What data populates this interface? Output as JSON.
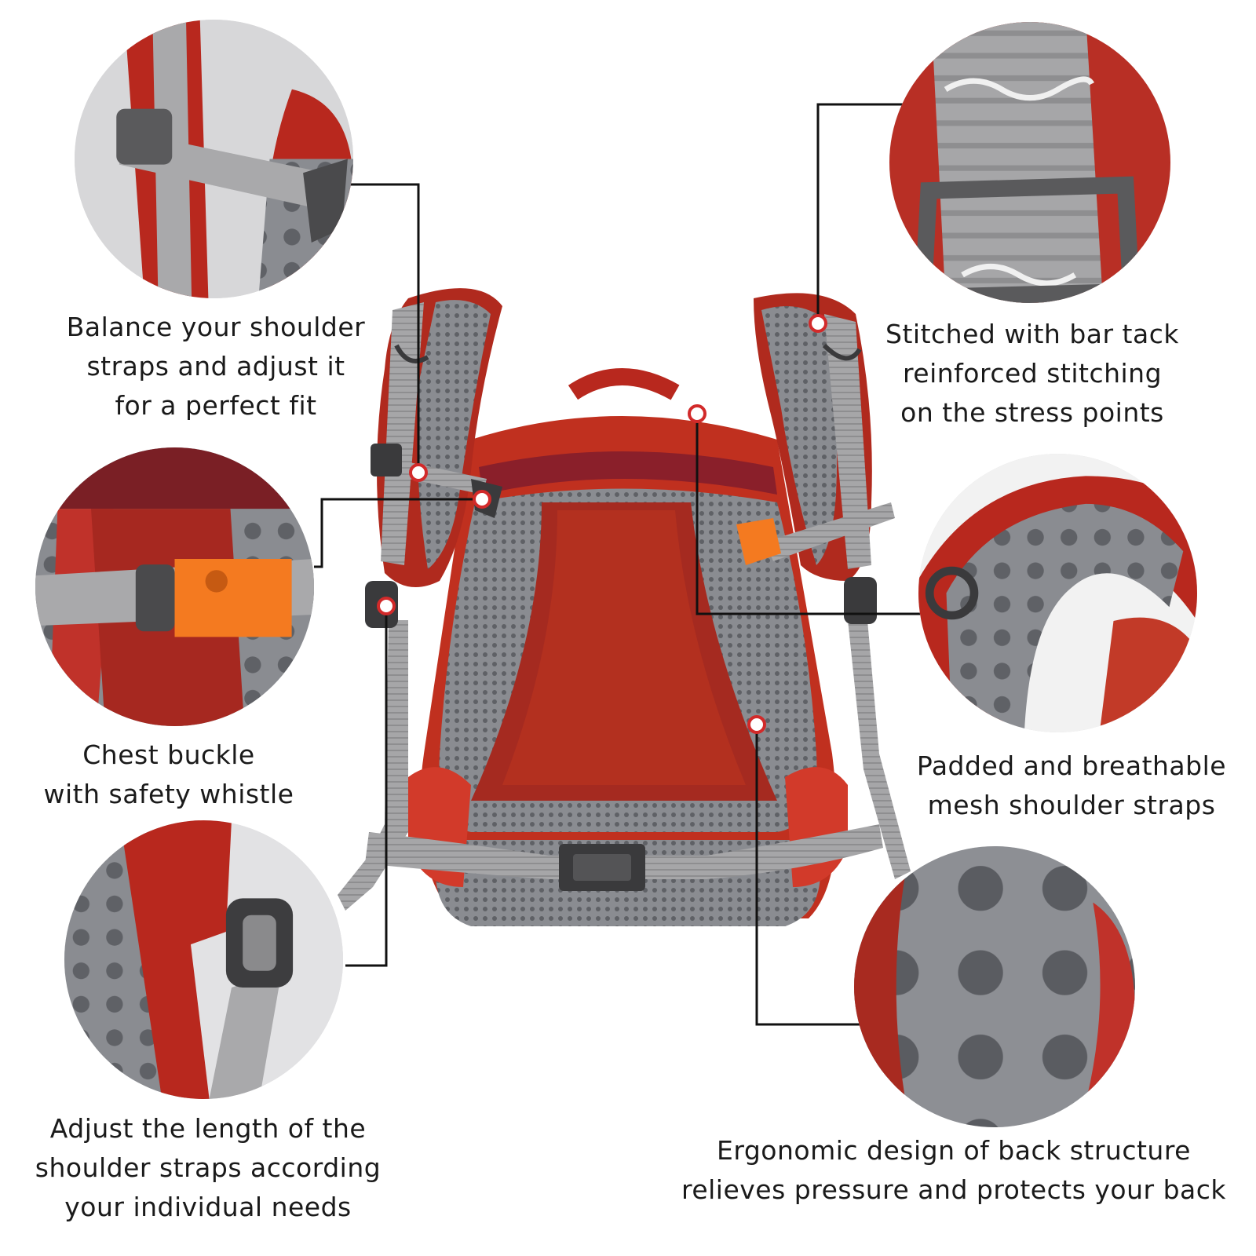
{
  "features": {
    "balance": {
      "lines": [
        "Balance your shoulder",
        "straps and adjust it",
        "for a perfect fit"
      ],
      "icon": "sternum-slider-detail"
    },
    "chest": {
      "lines": [
        "Chest buckle",
        "with safety whistle"
      ],
      "icon": "whistle-buckle-detail"
    },
    "length": {
      "lines": [
        "Adjust the length of the",
        "shoulder straps according",
        "your individual needs"
      ],
      "icon": "strap-ladder-lock-detail"
    },
    "stitch": {
      "lines": [
        "Stitched with bar tack",
        "reinforced stitching",
        "on the stress points"
      ],
      "icon": "bar-tack-detail"
    },
    "padded": {
      "lines": [
        "Padded and breathable",
        "mesh shoulder straps"
      ],
      "icon": "padded-strap-detail"
    },
    "ergo": {
      "lines": [
        "Ergonomic design of back structure",
        "relieves pressure and protects your back"
      ],
      "icon": "mesh-back-panel-detail"
    }
  },
  "colors": {
    "pack_red": "#b8281e",
    "pack_dark_red": "#8a1f1f",
    "webbing_gray": "#a9a9a9",
    "mesh_gray": "#7d7f84",
    "buckle_orange": "#f47a20",
    "callout_line": "#111111",
    "marker_red": "#d22a2a"
  }
}
